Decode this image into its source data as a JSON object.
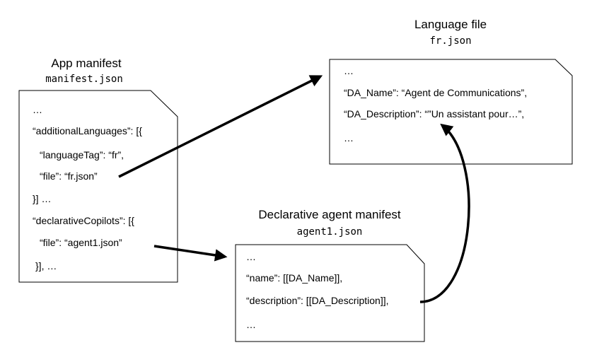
{
  "app_manifest": {
    "title": "App manifest",
    "filename": "manifest.json",
    "lines": [
      "…",
      "“additionalLanguages”: [{",
      "“languageTag”: “fr”,",
      "“file”: “fr.json”",
      "}] …",
      "“declarativeCopilots”: [{",
      "“file”: “agent1.json”",
      "}], …"
    ]
  },
  "language_file": {
    "title": "Language file",
    "filename": "fr.json",
    "lines": [
      "…",
      "“DA_Name”: “Agent de Communications”,",
      "“DA_Description”: “”Un assistant pour…”,",
      "…"
    ]
  },
  "agent_manifest": {
    "title": "Declarative agent manifest",
    "filename": "agent1.json",
    "lines": [
      "…",
      "“name”: [[DA_Name]],",
      "“description”: [[DA_Description]],",
      "…"
    ]
  },
  "colors": {
    "stroke": "#000000",
    "background": "#ffffff",
    "text": "#000000"
  }
}
